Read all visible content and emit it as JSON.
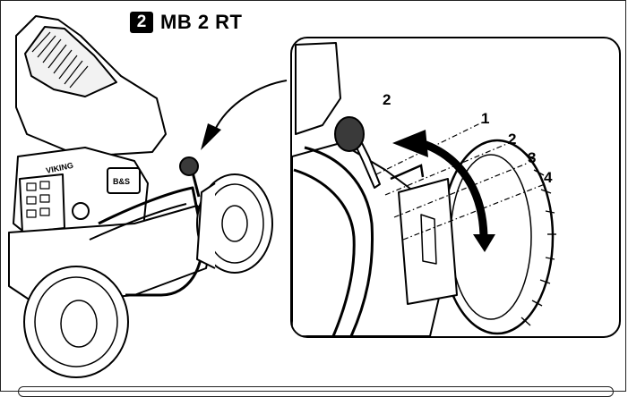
{
  "title": {
    "badge": "2",
    "model": "MB 2 RT"
  },
  "mower": {
    "brand_text": "VIKING",
    "engine_label": "B&S"
  },
  "callouts": {
    "lever_number": "2",
    "positions": [
      "1",
      "2",
      "3",
      "4"
    ]
  },
  "colors": {
    "ink": "#000000",
    "paper": "#ffffff",
    "lever_knob": "#3a3a3a"
  }
}
